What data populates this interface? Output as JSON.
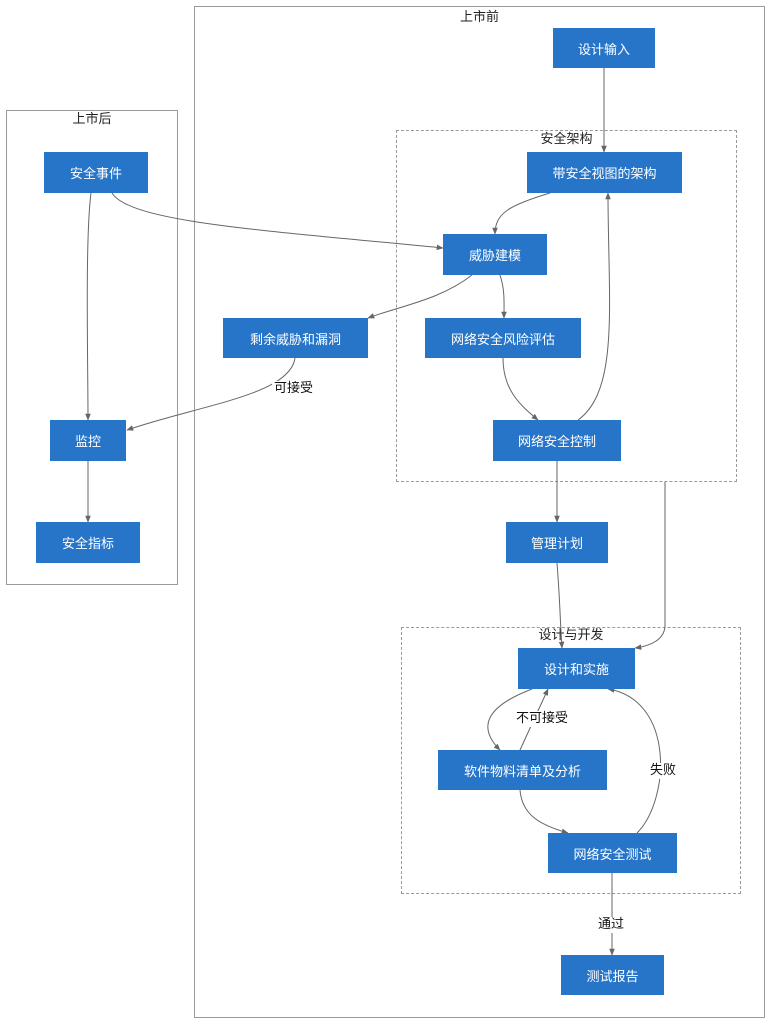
{
  "groups": {
    "pre_market": "上市前",
    "post_market": "上市后",
    "security_architecture": "安全架构",
    "design_development": "设计与开发"
  },
  "nodes": {
    "design_input": "设计输入",
    "architecture_view": "带安全视图的架构",
    "threat_modeling": "威胁建模",
    "risk_assessment": "网络安全风险评估",
    "security_controls": "网络安全控制",
    "residual_threats": "剩余威胁和漏洞",
    "management_plan": "管理计划",
    "design_implementation": "设计和实施",
    "sbom_analysis": "软件物料清单及分析",
    "security_testing": "网络安全测试",
    "test_report": "测试报告",
    "security_event": "安全事件",
    "monitoring": "监控",
    "security_metrics": "安全指标"
  },
  "edge_labels": {
    "acceptable": "可接受",
    "unacceptable": "不可接受",
    "failed": "失败",
    "passed": "通过"
  },
  "colors": {
    "node_fill": "#2775c9",
    "node_text": "#ffffff",
    "edge": "#666666",
    "group_border": "#9a9a9a"
  }
}
